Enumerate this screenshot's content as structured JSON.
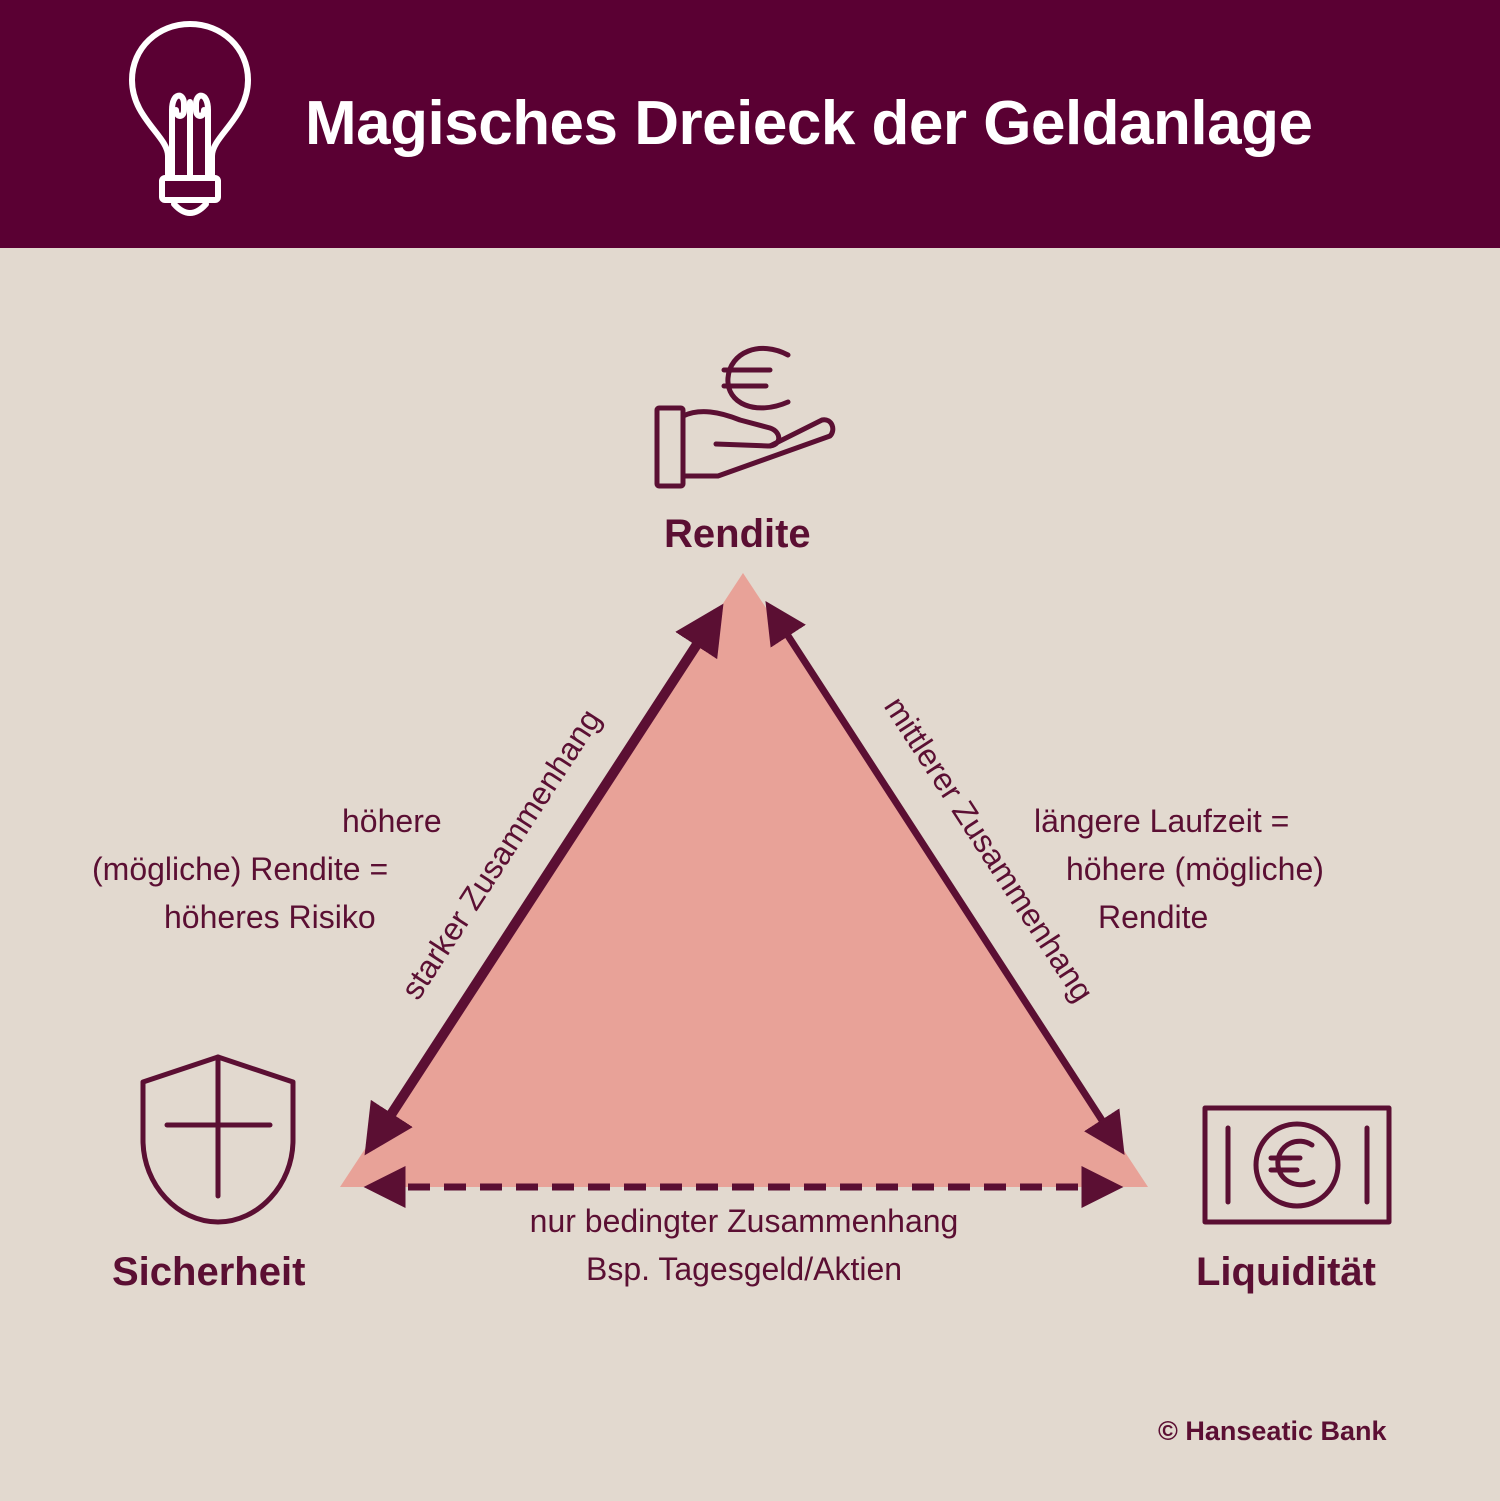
{
  "header": {
    "title": "Magisches Dreieck der Geldanlage",
    "icon": "lightbulb-icon",
    "background": "#5a0033"
  },
  "nodes": {
    "top": {
      "label": "Rendite",
      "icon": "hand-euro-icon"
    },
    "left": {
      "label": "Sicherheit",
      "icon": "shield-cross-icon"
    },
    "right": {
      "label": "Liquidität",
      "icon": "banknote-euro-icon"
    }
  },
  "edges": {
    "left": {
      "label": "starker Zusammenhang",
      "style": "solid-bold"
    },
    "right": {
      "label": "mittlerer Zusammenhang",
      "style": "solid"
    },
    "bottom": {
      "line1": "nur bedingter Zusammenhang",
      "line2": "Bsp. Tagesgeld/Aktien",
      "style": "dashed"
    }
  },
  "notes": {
    "left": [
      "höhere",
      "(mögliche) Rendite =",
      "höheres Risiko"
    ],
    "right": [
      "längere Laufzeit =",
      "höhere (mögliche)",
      "Rendite"
    ]
  },
  "copyright": "© Hanseatic Bank",
  "colors": {
    "primary": "#5b0f33",
    "triangle": "#e8a298",
    "background": "#e2d9cf"
  }
}
